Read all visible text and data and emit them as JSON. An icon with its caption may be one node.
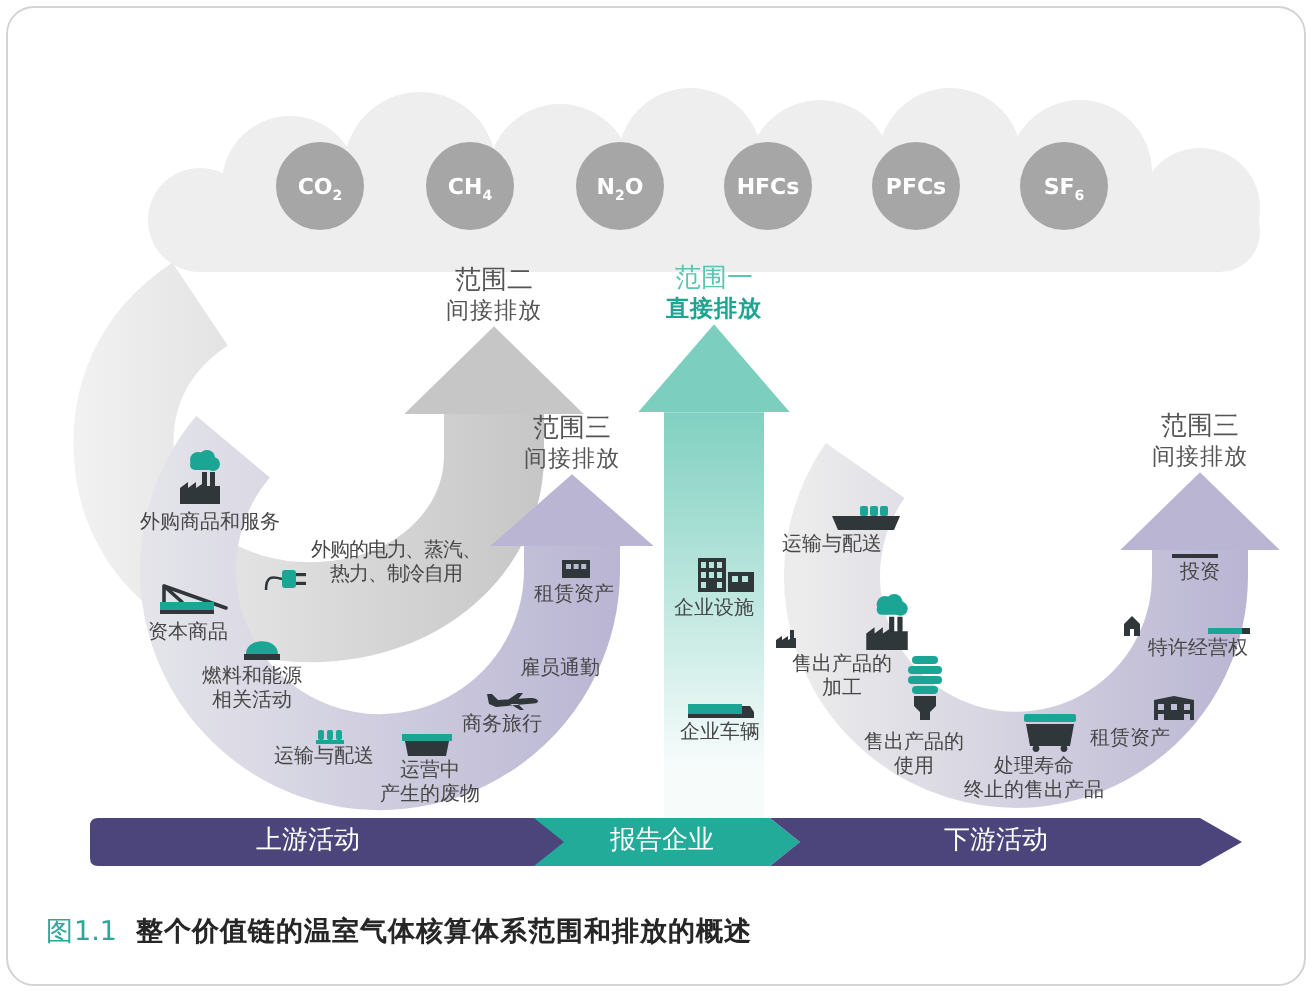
{
  "diagram": {
    "caption": "整个价值链的温室气体核算体系范围和排放的概述",
    "nodes": [
      {
        "text": [
          "CO$_{2}$"
        ]
      },
      {
        "text": [
          "CH$_{4}$"
        ]
      },
      {
        "text": [
          "N$_{2}$O"
        ]
      },
      {
        "text": [
          "HFCs"
        ]
      },
      {
        "text": [
          "PFCs"
        ]
      },
      {
        "text": [
          "SF$_{6}$"
        ]
      },
      {
        "text": [
          "范围二",
          "间接排放"
        ]
      },
      {
        "text": [
          "范围一",
          "直接排放"
        ]
      },
      {
        "text": [
          "范围三",
          "间接排放"
        ]
      },
      {
        "text": [
          "范围三",
          "间接排放"
        ]
      },
      {
        "text": [
          "上游活动"
        ]
      },
      {
        "text": [
          "报告企业"
        ]
      },
      {
        "text": [
          "下游活动"
        ]
      }
    ],
    "edges": [
      {
        "from": null,
        "to": 6,
        "arrow": "to",
        "style": "thick",
        "color": "#c6c6c6"
      },
      {
        "from": 11,
        "to": 7,
        "arrow": "to",
        "style": "thick",
        "color": "#7ccfbf"
      },
      {
        "from": null,
        "to": 8,
        "arrow": "to",
        "style": "thick"
      },
      {
        "from": null,
        "to": 9,
        "arrow": "to",
        "style": "thick"
      }
    ],
    "labels": [
      "外购商品和服务",
      "外购的电力、蒸汽、热力、制冷自用",
      "租赁资产",
      "资本商品",
      "燃料和能源相关活动",
      "雇员通勤",
      "商务旅行",
      "运输与配送",
      "运营中产生的废物",
      "企业设施",
      "企业车辆",
      "运输与配送",
      "投资",
      "特许经营权",
      "售出产品的加工",
      "租赁资产",
      "售出产品的使用",
      "处理寿命终止的售出产品",
      "图1.1"
    ]
  }
}
